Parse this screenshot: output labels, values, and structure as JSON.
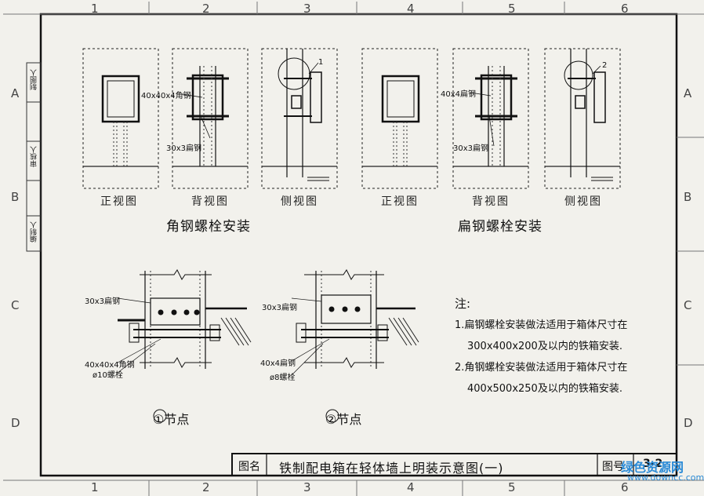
{
  "columns": [
    "1",
    "2",
    "3",
    "4",
    "5",
    "6"
  ],
  "rows": [
    "A",
    "B",
    "C",
    "D"
  ],
  "side_strip": [
    "制图人",
    "审核人",
    "编制人"
  ],
  "views": {
    "front": "正视图",
    "back": "背视图",
    "side": "侧视图"
  },
  "section_titles": {
    "angle_bolt": "角钢螺栓安装",
    "flat_bolt": "扁钢螺栓安装"
  },
  "callouts": {
    "angle_40x4": "40x40x4角钢",
    "flat_30x3": "30x3扁钢",
    "flat_40x4": "40x4扁钢",
    "flat_30x3_b": "30x3扁钢",
    "marker_1": "1",
    "marker_2": "2"
  },
  "node1": {
    "flat": "30x3扁钢",
    "angle": "40x40x4角钢",
    "bolt": "ø10螺栓",
    "label": "①节点"
  },
  "node2": {
    "flat": "30x3扁钢",
    "flat2": "40x4扁钢",
    "bolt": "ø8螺栓",
    "label": "②节点"
  },
  "notes": {
    "heading": "注:",
    "line1": "1.扁钢螺栓安装做法适用于箱体尺寸在",
    "line2": "300x400x200及以内的铁箱安装.",
    "line3": "2.角钢螺栓安装做法适用于箱体尺寸在",
    "line4": "400x500x250及以内的铁箱安装."
  },
  "title_block": {
    "name_label": "图名",
    "title": "铁制配电箱在轻体墙上明装示意图(一)",
    "num_label": "图号",
    "num": "3-2"
  },
  "watermark": {
    "text": "绿色资源网",
    "url": "www.downcc.com"
  }
}
